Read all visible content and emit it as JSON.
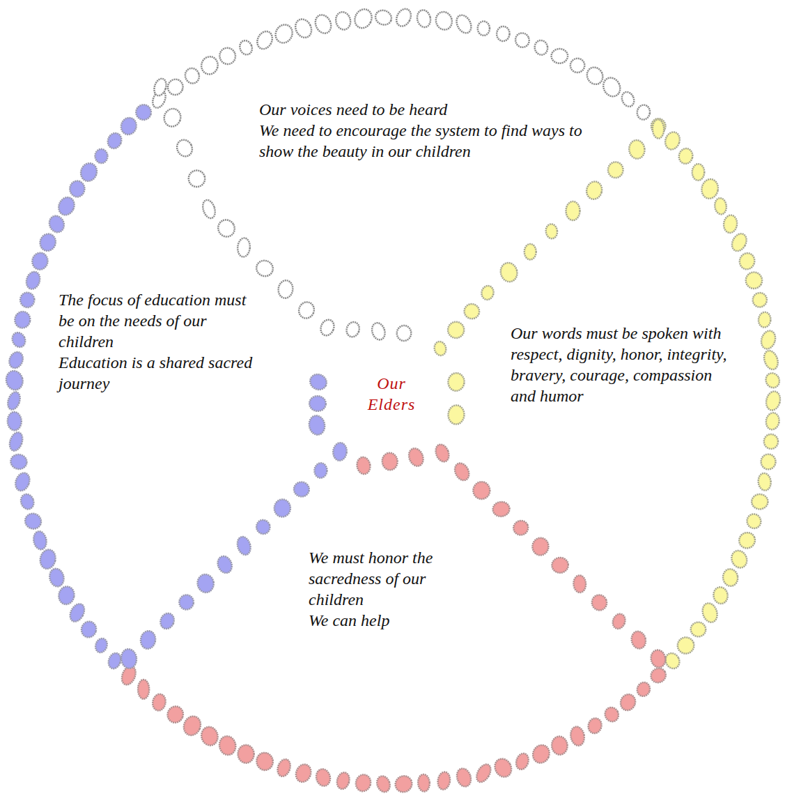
{
  "diagram": {
    "nodes": [
      {
        "text": [
          "Our voices need to be heard",
          "We need to encourage the system to find ways to show the beauty in our children"
        ]
      },
      {
        "text": [
          "The focus of education must be on the needs of our children",
          "Education is a shared sacred journey"
        ]
      },
      {
        "text": [
          "Our words must be spoken with respect, dignity, honor, integrity, bravery, courage, compassion and humor"
        ]
      },
      {
        "text": [
          "We must honor the sacredness of our children",
          "We can help"
        ]
      }
    ],
    "labels": [
      "Our Elders"
    ]
  }
}
